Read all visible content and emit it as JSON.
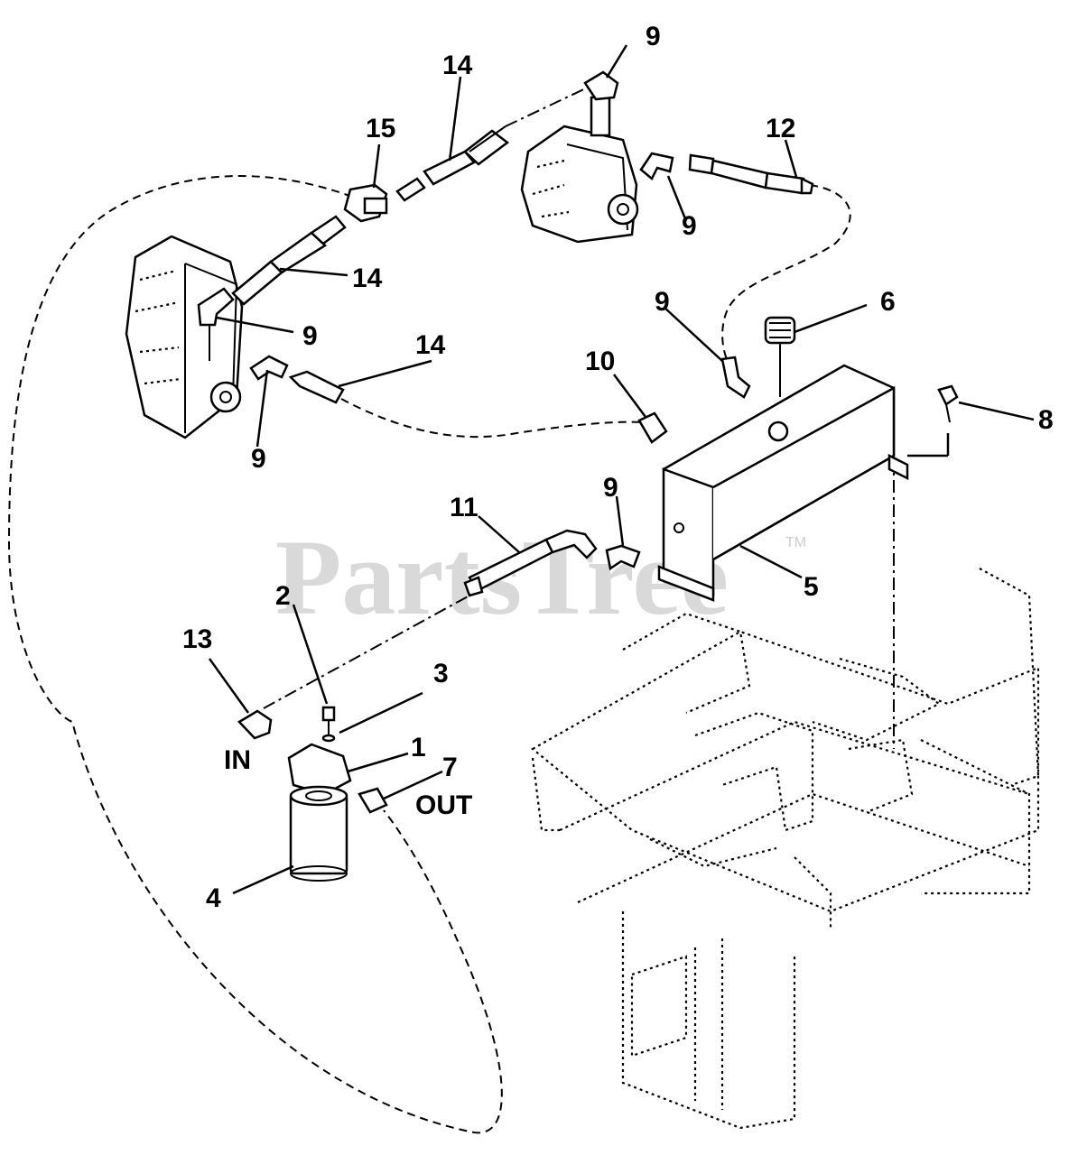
{
  "watermark": {
    "text": "PartsTree",
    "mark": "TM"
  },
  "labels": {
    "in": "IN",
    "out": "OUT"
  },
  "callouts": {
    "c1": "1",
    "c2": "2",
    "c3": "3",
    "c4": "4",
    "c5": "5",
    "c6": "6",
    "c7": "7",
    "c8": "8",
    "c9a": "9",
    "c9b": "9",
    "c9c": "9",
    "c9d": "9",
    "c9e": "9",
    "c9f": "9",
    "c10": "10",
    "c11": "11",
    "c12": "12",
    "c13": "13",
    "c14a": "14",
    "c14b": "14",
    "c14c": "14",
    "c15": "15"
  }
}
